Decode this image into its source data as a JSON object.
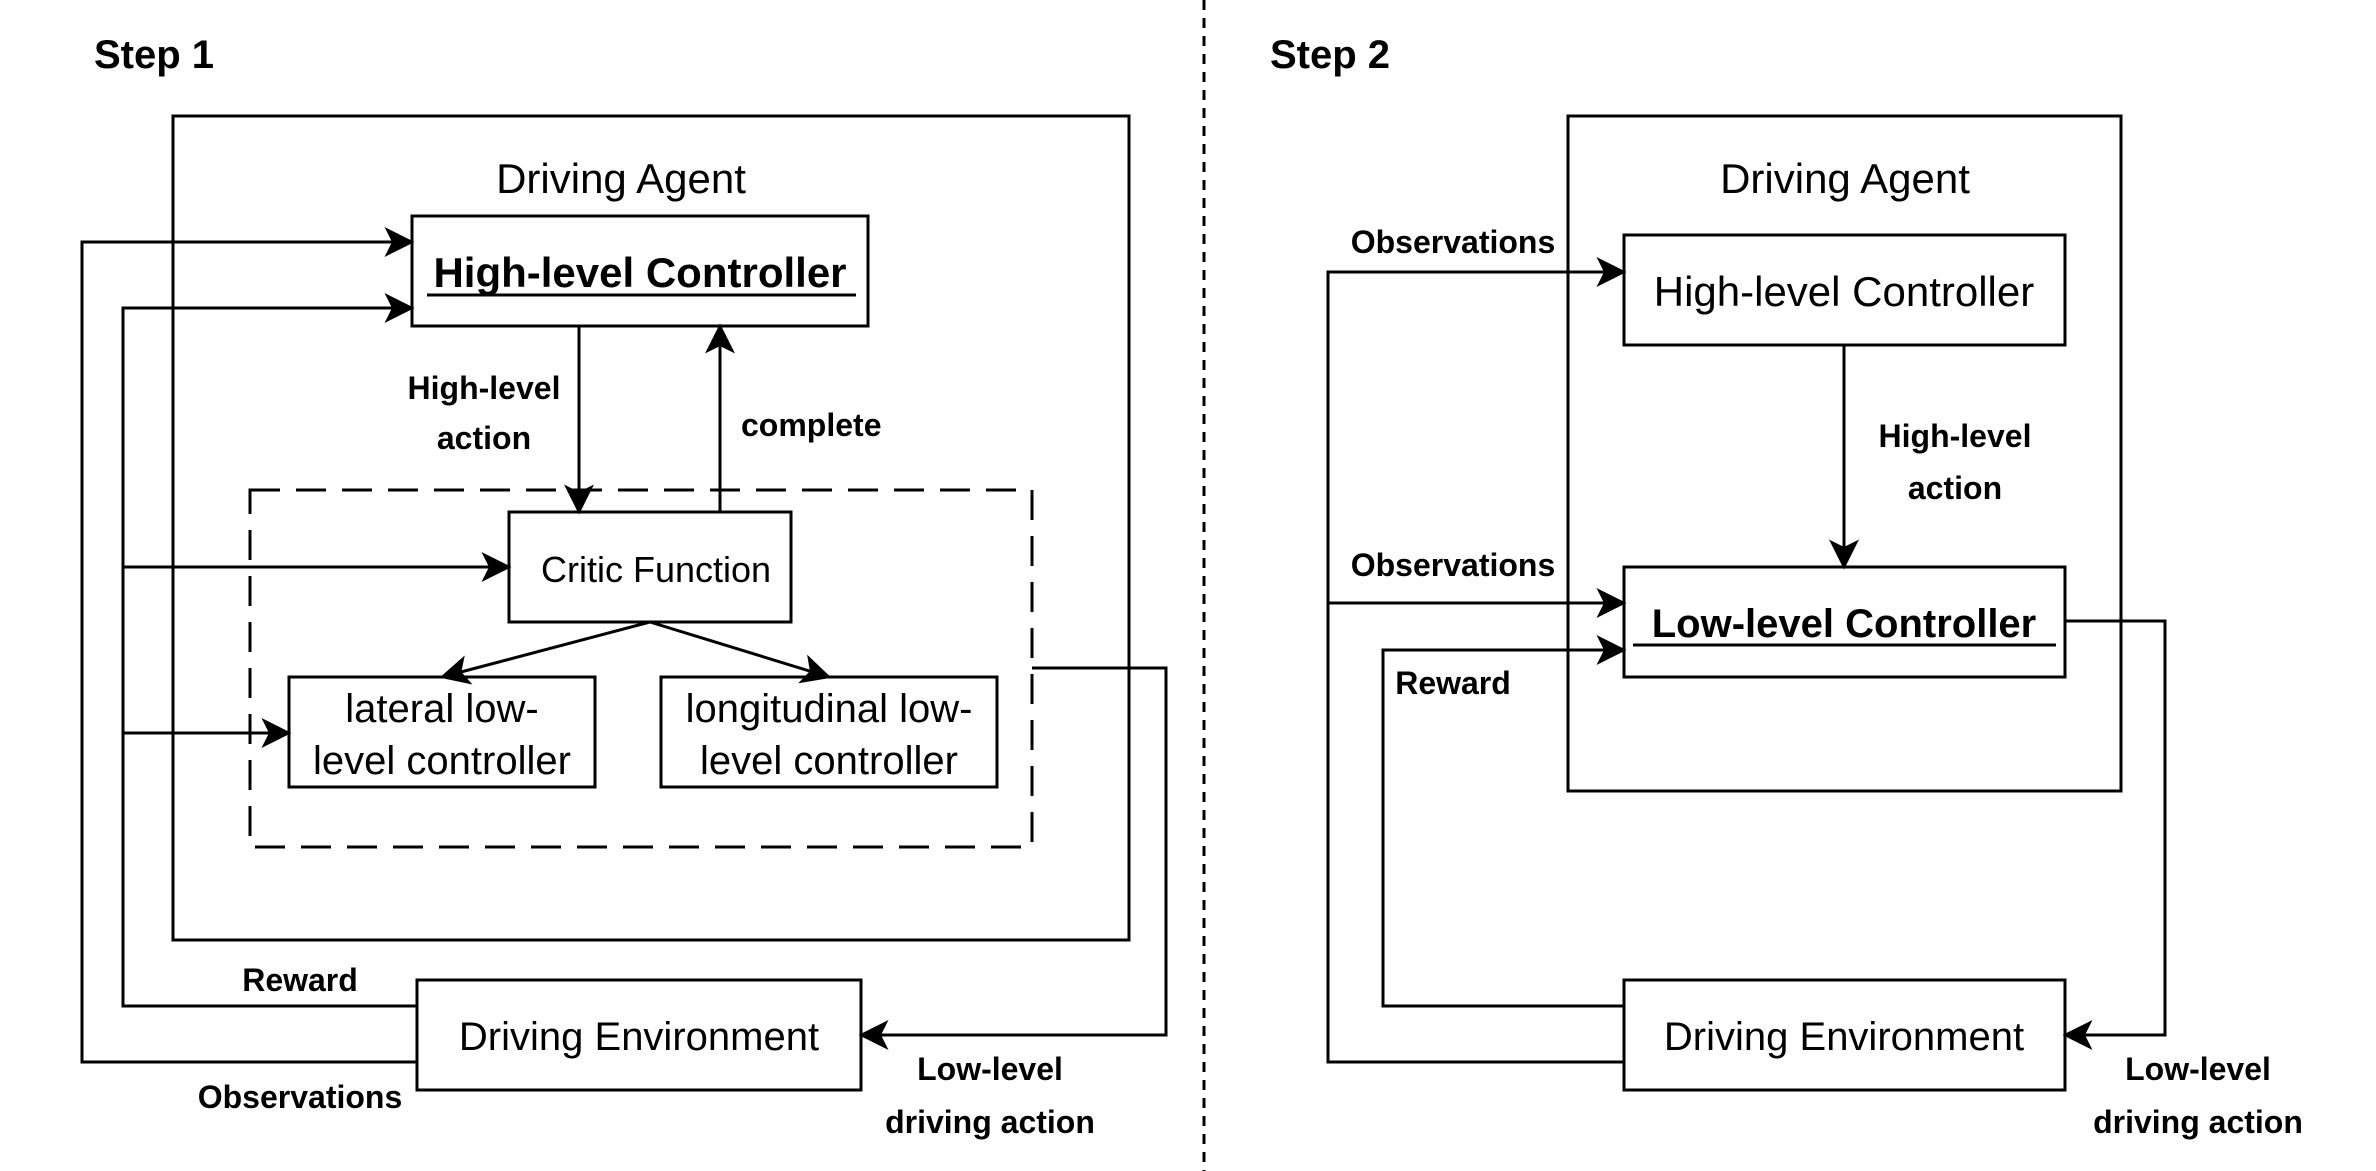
{
  "step1": {
    "title": "Step 1",
    "agent_title": "Driving Agent",
    "high_level_controller": "High-level Controller",
    "critic_function": "Critic Function",
    "lateral_controller": [
      "lateral low-",
      "level controller"
    ],
    "longitudinal_controller": [
      "longitudinal low-",
      "level controller"
    ],
    "driving_environment": "Driving Environment",
    "label_high_level_action": [
      "High-level",
      "action"
    ],
    "label_complete": "complete",
    "label_reward": "Reward",
    "label_observations": "Observations",
    "label_low_level_driving_action": [
      "Low-level",
      "driving action"
    ]
  },
  "step2": {
    "title": "Step 2",
    "agent_title": "Driving Agent",
    "high_level_controller": "High-level Controller",
    "low_level_controller": "Low-level Controller",
    "driving_environment": "Driving Environment",
    "label_observations_top": "Observations",
    "label_observations_mid": "Observations",
    "label_reward": "Reward",
    "label_high_level_action": [
      "High-level",
      "action"
    ],
    "label_low_level_driving_action": [
      "Low-level",
      "driving action"
    ]
  }
}
